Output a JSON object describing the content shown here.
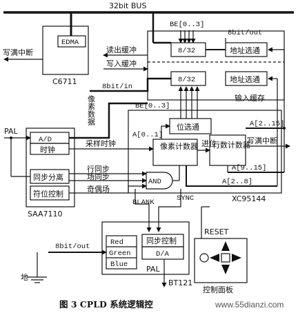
{
  "bus": {
    "label": "32bit BUS"
  },
  "c6711": {
    "edma": "EDMA",
    "name": "C6711"
  },
  "labels": {
    "write_full_interrupt_left": "写满中断",
    "read_buffer": "读出缓冲",
    "write_buffer": "写入缓冲",
    "be_top": "BE[0..3]",
    "bit8_out_top": "8bit/out",
    "bit8_in": "8bit/in",
    "pixel_data": "像素数据",
    "be_mid": "BE[0..3]",
    "a_0_1": "A[0..1]",
    "a_2_15": "A[2..15]",
    "a_9_15": "A[9..15]",
    "a_2_8": "A[2..8]",
    "pal_in": "PAL",
    "sampling_clock": "采样时钟",
    "carry": "进位",
    "write_full_interrupt_right": "写满中断",
    "line_sync": "行同步",
    "field_sync": "场同步",
    "odd_even_field": "奇偶场",
    "blank": "BLANK",
    "sync": "SYNC",
    "and": "AND",
    "xc95144": "XC95144",
    "saa7110": "SAA7110",
    "reset": "RESET",
    "bit8_out_bottom": "8bit/out",
    "ground": "地",
    "pal_out": "PAL",
    "bt121": "BT121",
    "control_panel": "控制面板"
  },
  "buffers": {
    "top_832": "8/32",
    "bottom_832": "8/32",
    "addr_select_top": "地址选通",
    "addr_select_bottom": "地址选通",
    "input_buffer": "输入缓存"
  },
  "cpld": {
    "bit_select": "位选通",
    "pixel_counter": "像素计数器",
    "line_counter": "行数计数器"
  },
  "saa": {
    "ad": "A/D",
    "clock": "时钟",
    "sync_sep": "同步分离",
    "parity_ctrl": "符位控制"
  },
  "bt": {
    "red": "Red",
    "green": "Green",
    "blue": "Blue",
    "sync_ctrl": "同步控制",
    "da": "D/A"
  },
  "caption": "图 3   CPLD 系统逻辑控",
  "watermark": "www.55dianzi.com"
}
